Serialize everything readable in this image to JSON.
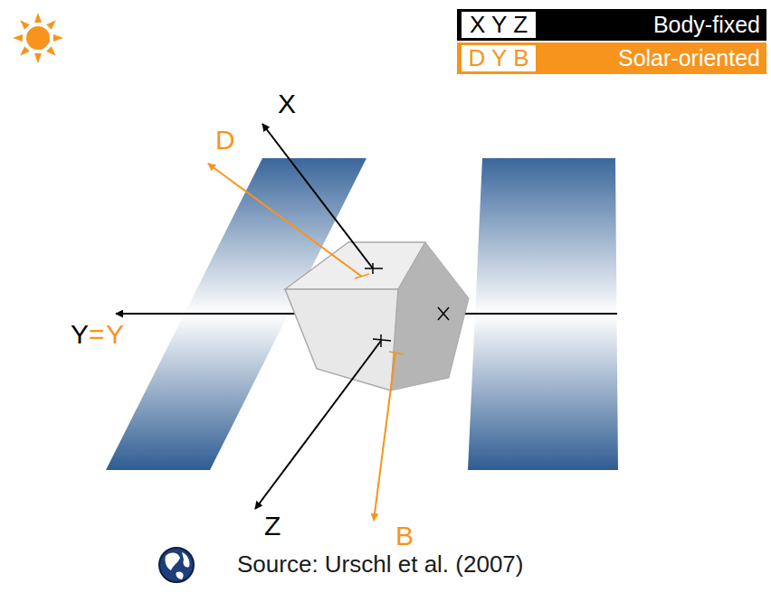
{
  "diagram": {
    "caption": "Source: Urschl et al. (2007)",
    "labels": [
      "X Y Z",
      "D Y B",
      "X",
      "D",
      "Y",
      "=",
      "Y",
      "Z",
      "B"
    ],
    "legend": [
      {
        "text": "Body-fixed",
        "color": "#000000"
      },
      {
        "text": "Solar-oriented",
        "color": "#f7941d"
      }
    ]
  }
}
